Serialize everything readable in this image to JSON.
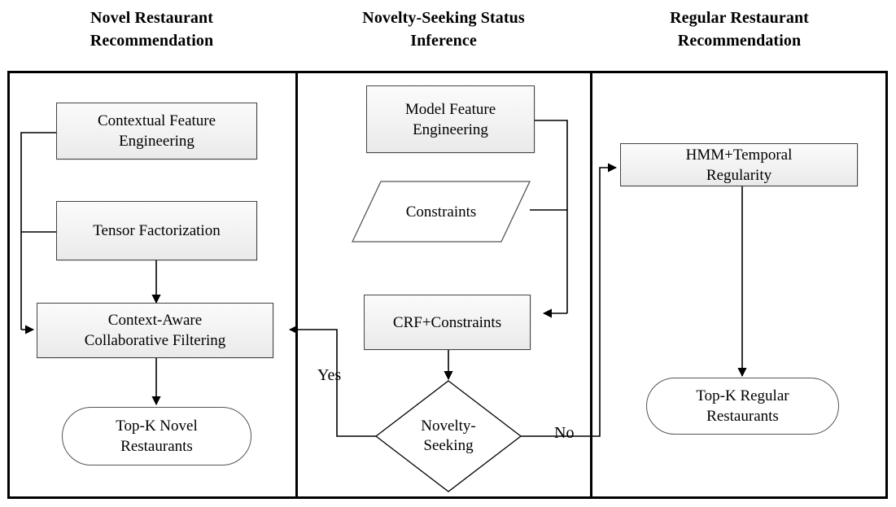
{
  "columns": [
    {
      "id": "novel",
      "title": "Novel Restaurant\nRecommendation"
    },
    {
      "id": "inference",
      "title": "Novelty-Seeking Status\nInference"
    },
    {
      "id": "regular",
      "title": "Regular Restaurant\nRecommendation"
    }
  ],
  "nodes": {
    "contextual_feature_engineering": {
      "label": "Contextual Feature\nEngineering",
      "shape": "process"
    },
    "tensor_factorization": {
      "label": "Tensor Factorization",
      "shape": "process"
    },
    "context_aware_cf": {
      "label": "Context-Aware\nCollaborative Filtering",
      "shape": "process"
    },
    "topk_novel": {
      "label": "Top-K Novel\nRestaurants",
      "shape": "terminator"
    },
    "model_feature_engineering": {
      "label": "Model Feature\nEngineering",
      "shape": "process"
    },
    "constraints": {
      "label": "Constraints",
      "shape": "data-parallelogram"
    },
    "crf_constraints": {
      "label": "CRF+Constraints",
      "shape": "process"
    },
    "novelty_seeking": {
      "label": "Novelty-\nSeeking",
      "shape": "decision"
    },
    "hmm_temporal": {
      "label": "HMM+Temporal\nRegularity",
      "shape": "process"
    },
    "topk_regular": {
      "label": "Top-K Regular\nRestaurants",
      "shape": "terminator"
    }
  },
  "edge_labels": {
    "yes": "Yes",
    "no": "No"
  },
  "colors": {
    "stroke": "#000000",
    "box_border": "#444444",
    "box_fill_top": "#fbfbfb",
    "box_fill_bottom": "#eaeaea",
    "terminator_fill": "#ffffff",
    "background": "#ffffff"
  },
  "chart_data": {
    "type": "table",
    "title": "Novelty-aware restaurant recommendation framework",
    "nodes": [
      {
        "id": "contextual_feature_engineering",
        "label": "Contextual Feature Engineering",
        "column": "Novel Restaurant Recommendation",
        "shape": "process"
      },
      {
        "id": "tensor_factorization",
        "label": "Tensor Factorization",
        "column": "Novel Restaurant Recommendation",
        "shape": "process"
      },
      {
        "id": "context_aware_cf",
        "label": "Context-Aware Collaborative Filtering",
        "column": "Novel Restaurant Recommendation",
        "shape": "process"
      },
      {
        "id": "topk_novel",
        "label": "Top-K Novel Restaurants",
        "column": "Novel Restaurant Recommendation",
        "shape": "terminator"
      },
      {
        "id": "model_feature_engineering",
        "label": "Model Feature Engineering",
        "column": "Novelty-Seeking Status Inference",
        "shape": "process"
      },
      {
        "id": "constraints",
        "label": "Constraints",
        "column": "Novelty-Seeking Status Inference",
        "shape": "data-parallelogram"
      },
      {
        "id": "crf_constraints",
        "label": "CRF+Constraints",
        "column": "Novelty-Seeking Status Inference",
        "shape": "process"
      },
      {
        "id": "novelty_seeking",
        "label": "Novelty-Seeking",
        "column": "Novelty-Seeking Status Inference",
        "shape": "decision"
      },
      {
        "id": "hmm_temporal",
        "label": "HMM+Temporal Regularity",
        "column": "Regular Restaurant Recommendation",
        "shape": "process"
      },
      {
        "id": "topk_regular",
        "label": "Top-K Regular Restaurants",
        "column": "Regular Restaurant Recommendation",
        "shape": "terminator"
      }
    ],
    "edges": [
      {
        "from": "contextual_feature_engineering",
        "to": "context_aware_cf",
        "label": ""
      },
      {
        "from": "tensor_factorization",
        "to": "context_aware_cf",
        "label": ""
      },
      {
        "from": "tensor_factorization",
        "to": "context_aware_cf",
        "label": "",
        "note": "vertical"
      },
      {
        "from": "context_aware_cf",
        "to": "topk_novel",
        "label": ""
      },
      {
        "from": "model_feature_engineering",
        "to": "crf_constraints",
        "label": ""
      },
      {
        "from": "constraints",
        "to": "crf_constraints",
        "label": ""
      },
      {
        "from": "crf_constraints",
        "to": "novelty_seeking",
        "label": ""
      },
      {
        "from": "novelty_seeking",
        "to": "context_aware_cf",
        "label": "Yes"
      },
      {
        "from": "novelty_seeking",
        "to": "hmm_temporal",
        "label": "No"
      },
      {
        "from": "hmm_temporal",
        "to": "topk_regular",
        "label": ""
      }
    ]
  }
}
